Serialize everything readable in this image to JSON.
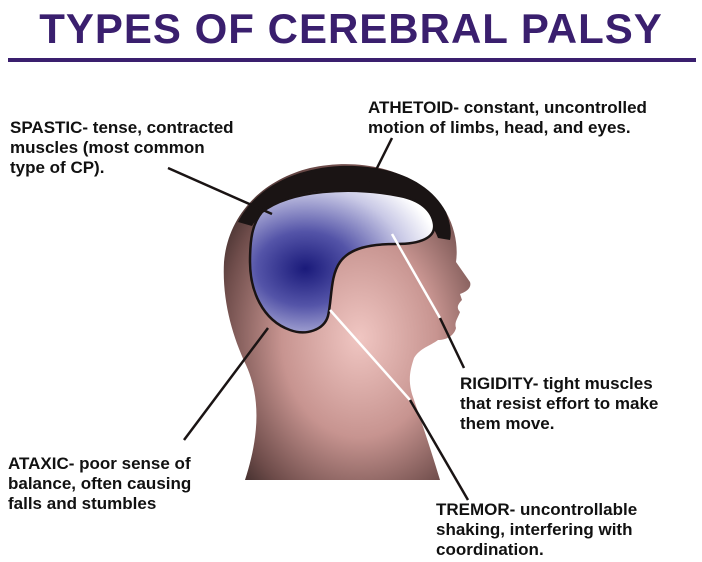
{
  "title": "TYPES OF CEREBRAL PALSY",
  "colors": {
    "title": "#3a1f6e",
    "spastic_region": "#2a2a8a",
    "head_dark": "#3a2a28",
    "head_light": "#e8b8b4"
  },
  "labels": {
    "spastic": "SPASTIC- tense, contracted\nmuscles (most common\ntype of CP).",
    "athetoid": "ATHETOID- constant, uncontrolled\nmotion of limbs, head, and eyes.",
    "rigidity": "RIGIDITY- tight muscles\nthat resist effort to make\nthem move.",
    "ataxic": "ATAXIC- poor sense of\nbalance, often causing\nfalls and stumbles",
    "tremor": "TREMOR- uncontrollable\nshaking, interfering with\ncoordination."
  }
}
